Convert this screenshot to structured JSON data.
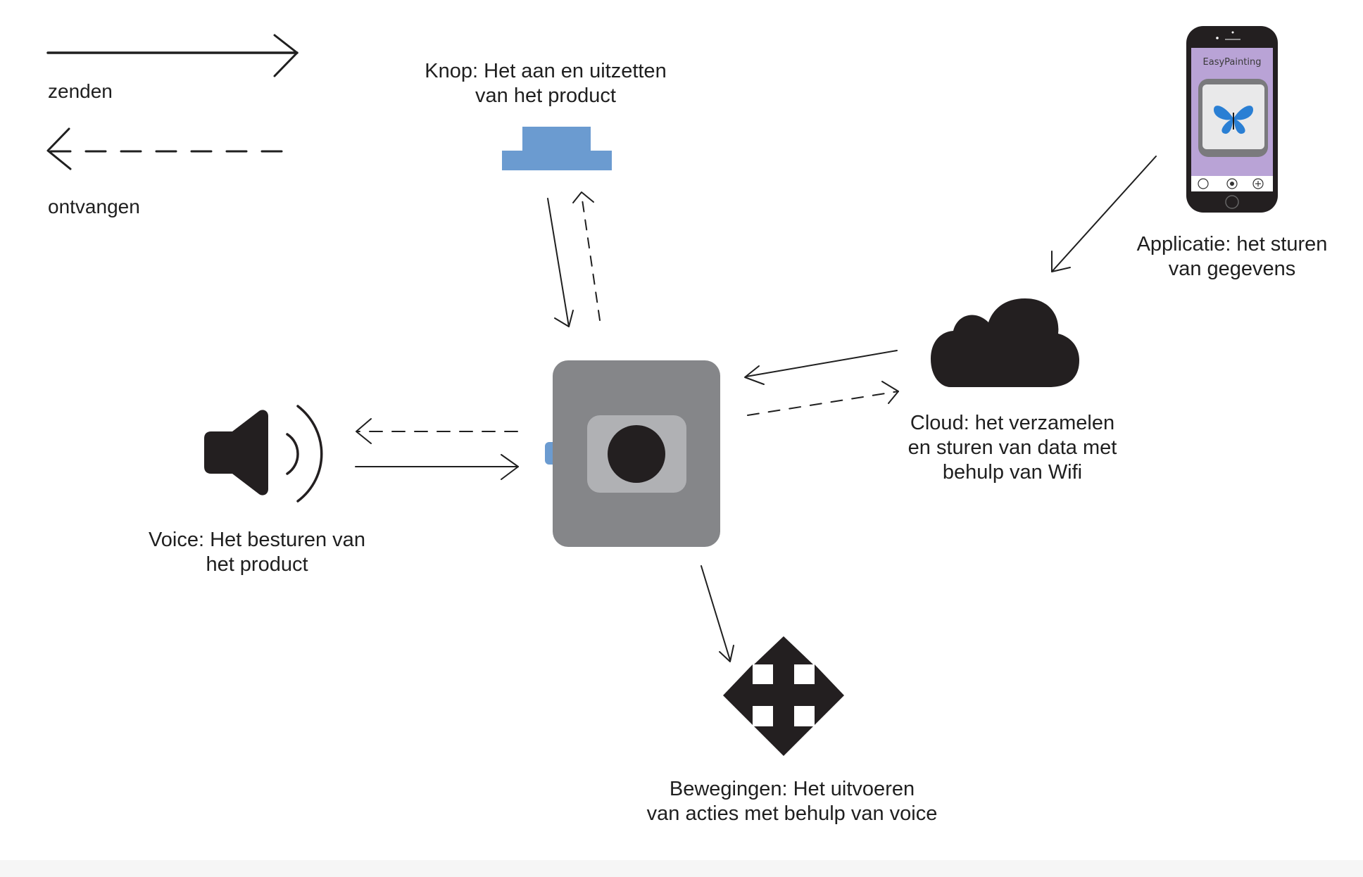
{
  "legend": {
    "send_label": "zenden",
    "receive_label": "ontvangen"
  },
  "nodes": {
    "button": {
      "label_line1": "Knop: Het aan en uitzetten",
      "label_line2": "van het product",
      "color": "#6b9bd0"
    },
    "app": {
      "label_line1": "Applicatie: het sturen",
      "label_line2": "van gegevens",
      "screen_title": "EasyPainting",
      "screen_color": "#b9a3d6"
    },
    "cloud": {
      "label_line1": "Cloud: het verzamelen",
      "label_line2": "en sturen van data met",
      "label_line3": "behulp van Wifi"
    },
    "voice": {
      "label_line1": "Voice: Het besturen van",
      "label_line2": "het product"
    },
    "movement": {
      "label_line1": "Bewegingen: Het uitvoeren",
      "label_line2": "van acties met behulp van voice"
    },
    "device": {
      "body_color": "#858689",
      "panel_color": "#b0b1b4",
      "lens_color": "#231f20",
      "side_button_color": "#6b9bd0"
    }
  }
}
